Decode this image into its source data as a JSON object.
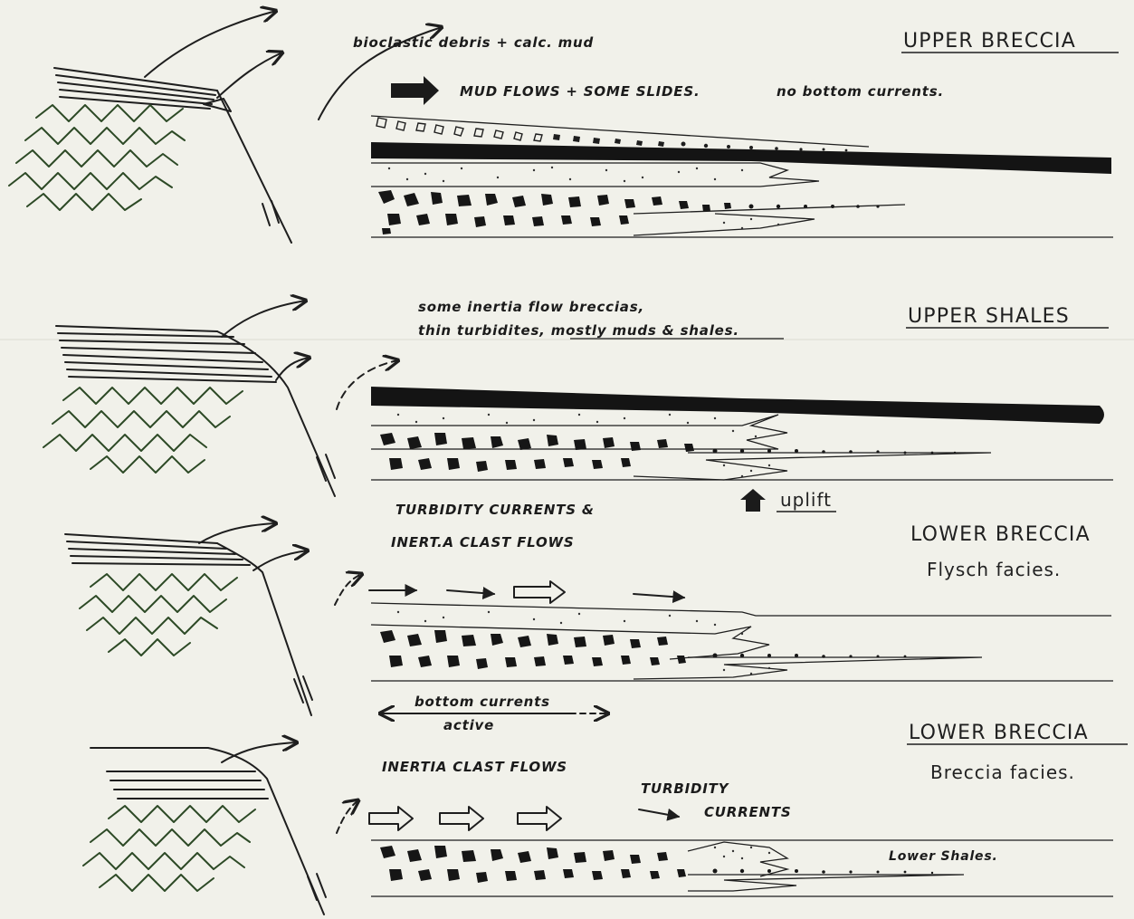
{
  "panels": [
    {
      "title": "UPPER BRECCIA",
      "subtitle": "",
      "notes": [
        "bioclastic debris + calc. mud",
        "MUD FLOWS + SOME SLIDES.",
        "no bottom currents."
      ]
    },
    {
      "title": "UPPER SHALES",
      "subtitle": "",
      "notes": [
        "some inertia flow breccias,",
        "thin turbidites, mostly muds & shales.",
        "uplift"
      ]
    },
    {
      "title": "LOWER BRECCIA",
      "subtitle": "Flysch facies.",
      "notes": [
        "TURBIDITY CURRENTS &",
        "INERT.A CLAST FLOWS",
        "bottom currents",
        "active"
      ]
    },
    {
      "title": "LOWER BRECCIA",
      "subtitle": "Breccia facies.",
      "notes": [
        "INERTIA CLAST FLOWS",
        "TURBIDITY",
        "CURRENTS",
        "Lower Shales."
      ]
    }
  ],
  "colors": {
    "paper": "#f1f1ea",
    "ink": "#1e1e1e",
    "fold_green": "#2d4a26"
  }
}
